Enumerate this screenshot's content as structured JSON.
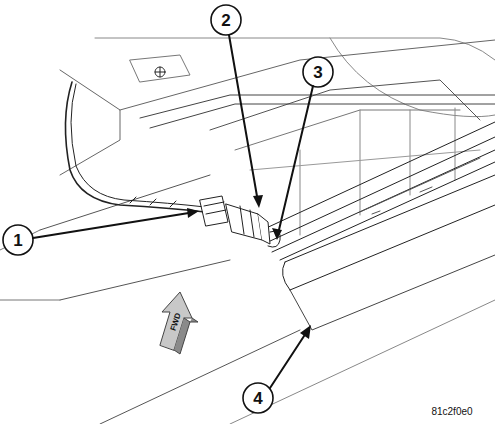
{
  "diagram": {
    "labels": [
      "1",
      "2",
      "3",
      "4",
      "FWD",
      "81c2f0e0"
    ]
  }
}
